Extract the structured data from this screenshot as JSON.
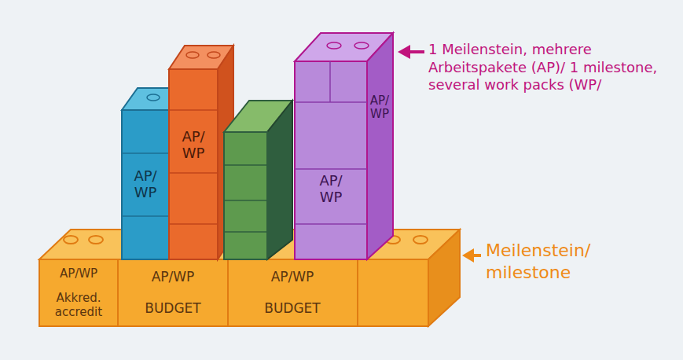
{
  "diagram": {
    "nodes": [
      {
        "text": [
          "AP/WP",
          "Akkred. accredit"
        ]
      },
      {
        "text": [
          "AP/WP",
          "BUDGET"
        ]
      },
      {
        "text": [
          "AP/WP",
          "BUDGET"
        ]
      },
      {
        "text": [
          "AP/ WP"
        ]
      },
      {
        "text": [
          "AP/ WP"
        ]
      },
      {
        "text": [
          "AP/ WP",
          "AP/ WP"
        ]
      }
    ],
    "labels": [
      "1 Meilenstein, mehrere Arbeitspakete (AP)/ 1 milestone, several work packs (WP/",
      "Meilenstein/ milestone"
    ]
  }
}
